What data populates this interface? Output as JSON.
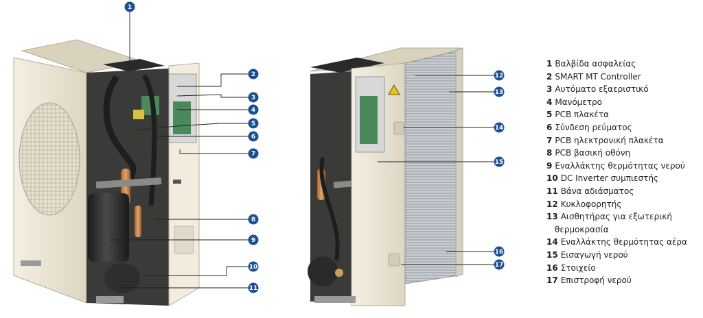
{
  "legend": [
    {
      "number": "1",
      "label": "Βαλβίδα ασφαλείας"
    },
    {
      "number": "2",
      "label": "SMART MT Controller"
    },
    {
      "number": "3",
      "label": "Αυτόματο εξαεριστικό"
    },
    {
      "number": "4",
      "label": "Μανόμετρο"
    },
    {
      "number": "5",
      "label": "PCB πλακέτα"
    },
    {
      "number": "6",
      "label": "Σύνδεση ρεύματος"
    },
    {
      "number": "7",
      "label": "PCB ηλεκτρονική πλακέτα"
    },
    {
      "number": "8",
      "label": "PCB βασική οθόνη"
    },
    {
      "number": "9",
      "label": "Εναλλάκτης θερμότητας νερού"
    },
    {
      "number": "10",
      "label": "DC Inverter συμπιεστής"
    },
    {
      "number": "11",
      "label": "Βάνα αδιάσματος"
    },
    {
      "number": "12",
      "label": "Κυκλοφορητής"
    },
    {
      "number": "13",
      "label": "Αισθητήρας για εξωτερική θερμοκρασία"
    },
    {
      "number": "14",
      "label": "Εναλλάκτης θερμότητας αέρα"
    },
    {
      "number": "15",
      "label": "Εισαγωγή νερού"
    },
    {
      "number": "16",
      "label": "Στοιχείο"
    },
    {
      "number": "17",
      "label": "Επιστροφή νερού"
    }
  ],
  "colors": {
    "callout": "#1b4f93",
    "unit_shell": "#ece7d7",
    "unit_shadow": "#cfc8b4",
    "dark_parts": "#2b2b2b",
    "copper": "#c8874a"
  }
}
